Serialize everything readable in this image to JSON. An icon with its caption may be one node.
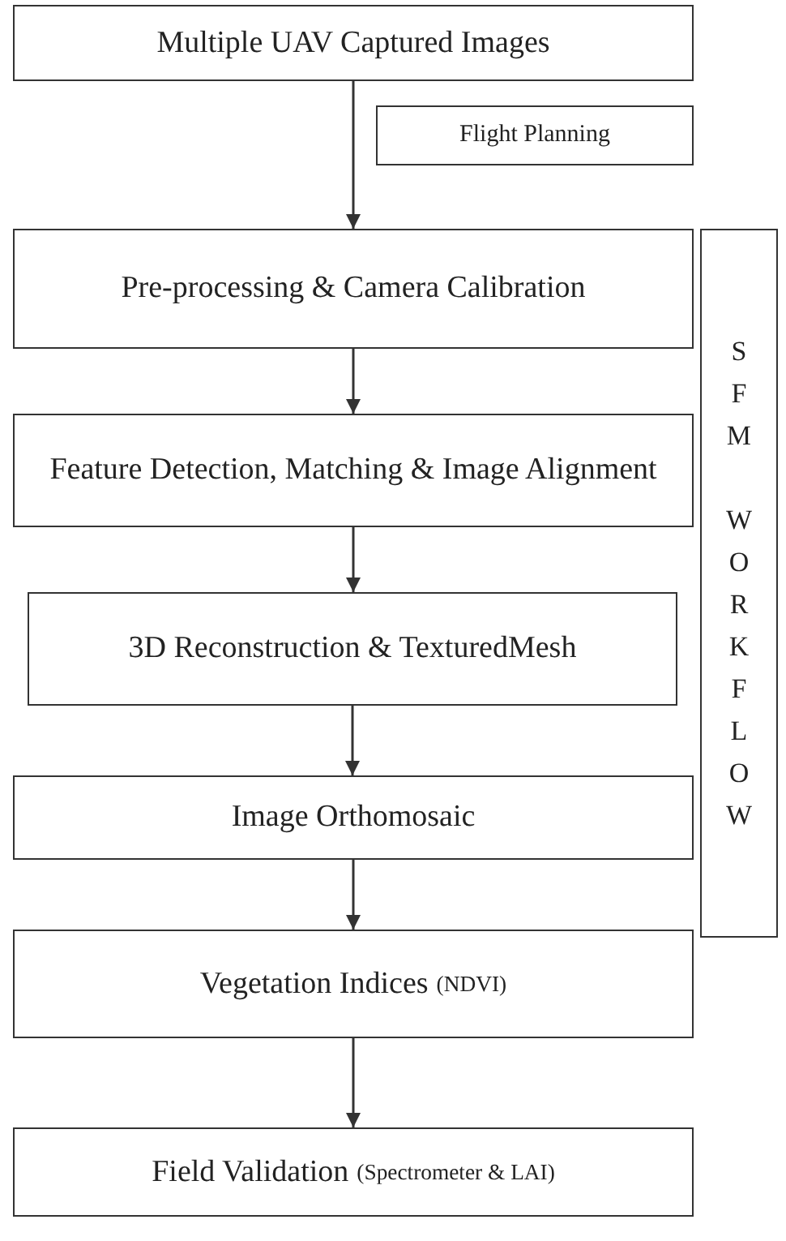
{
  "diagram": {
    "nodes": [
      {
        "text": [
          "Multiple UAV Captured Images"
        ]
      },
      {
        "text": [
          "Flight Planning"
        ]
      },
      {
        "text": [
          "Pre-processing & Camera Calibration"
        ]
      },
      {
        "text": [
          "Feature Detection, Matching & Image Alignment"
        ]
      },
      {
        "text": [
          "3D Reconstruction & TexturedMesh"
        ]
      },
      {
        "text": [
          "Image Orthomosaic"
        ]
      },
      {
        "text": [
          "Vegetation Indices",
          "(NDVI)"
        ]
      },
      {
        "text": [
          "Field Validation",
          "(Spectrometer & LAI)"
        ]
      },
      {
        "text": [
          "SFM WORKFLOW"
        ]
      }
    ],
    "edges": [
      {
        "from": 0,
        "to": 2,
        "arrow": "to"
      },
      {
        "from": 2,
        "to": 3,
        "arrow": "to"
      },
      {
        "from": 3,
        "to": 4,
        "arrow": "to"
      },
      {
        "from": 4,
        "to": 5,
        "arrow": "to"
      },
      {
        "from": 5,
        "to": 6,
        "arrow": "to"
      },
      {
        "from": 6,
        "to": 7,
        "arrow": "to"
      }
    ]
  }
}
